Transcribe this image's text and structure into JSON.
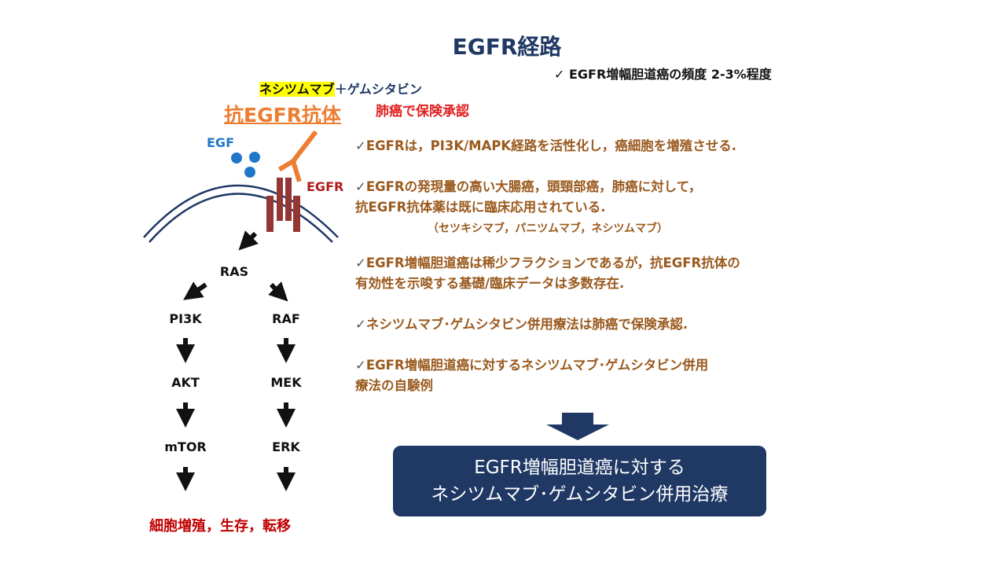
{
  "title": "EGFR経路",
  "frequency_note": "✓ EGFR増幅胆道癌の頻度 2-3%程度",
  "combo": {
    "highlight": "ネシツムマブ",
    "rest": "＋ゲムシタビン"
  },
  "antibody_label": "抗EGFR抗体",
  "lung_approval": "肺癌で保険承認",
  "egf_label": "EGF",
  "egfr_label": "EGFR",
  "bullets": [
    {
      "check": "✓",
      "lines": [
        "EGFRは，PI3K/MAPK経路を活性化し，癌細胞を増殖させる."
      ]
    },
    {
      "check": "✓",
      "lines": [
        "EGFRの発現量の高い大腸癌，頭頸部癌，肺癌に対して，",
        "抗EGFR抗体薬は既に臨床応用されている."
      ],
      "note": "（セツキシマブ，パニツムマブ，ネシツムマブ）"
    },
    {
      "check": "✓",
      "lines": [
        "EGFR増幅胆道癌は稀少フラクションであるが，抗EGFR抗体の",
        "有効性を示唆する基礎/臨床データは多数存在."
      ]
    },
    {
      "check": "✓",
      "lines": [
        "ネシツムマブ･ゲムシタビン併用療法は肺癌で保険承認."
      ]
    },
    {
      "check": "✓",
      "lines": [
        "EGFR増幅胆道癌に対するネシツムマブ･ゲムシタビン併用",
        "療法の自験例"
      ]
    }
  ],
  "pathway": {
    "ras": "RAS",
    "left": [
      "PI3K",
      "AKT",
      "mTOR"
    ],
    "right": [
      "RAF",
      "MEK",
      "ERK"
    ],
    "outcome": "細胞増殖，生存，転移"
  },
  "conclusion": [
    "EGFR増幅胆道癌に対する",
    "ネシツムマブ･ゲムシタビン併用治療"
  ],
  "colors": {
    "navy": "#1f3864",
    "brown": "#9a5a1e",
    "red": "#c00000",
    "orange": "#ed7d31",
    "blue": "#1f77c8",
    "receptor": "#943634"
  }
}
